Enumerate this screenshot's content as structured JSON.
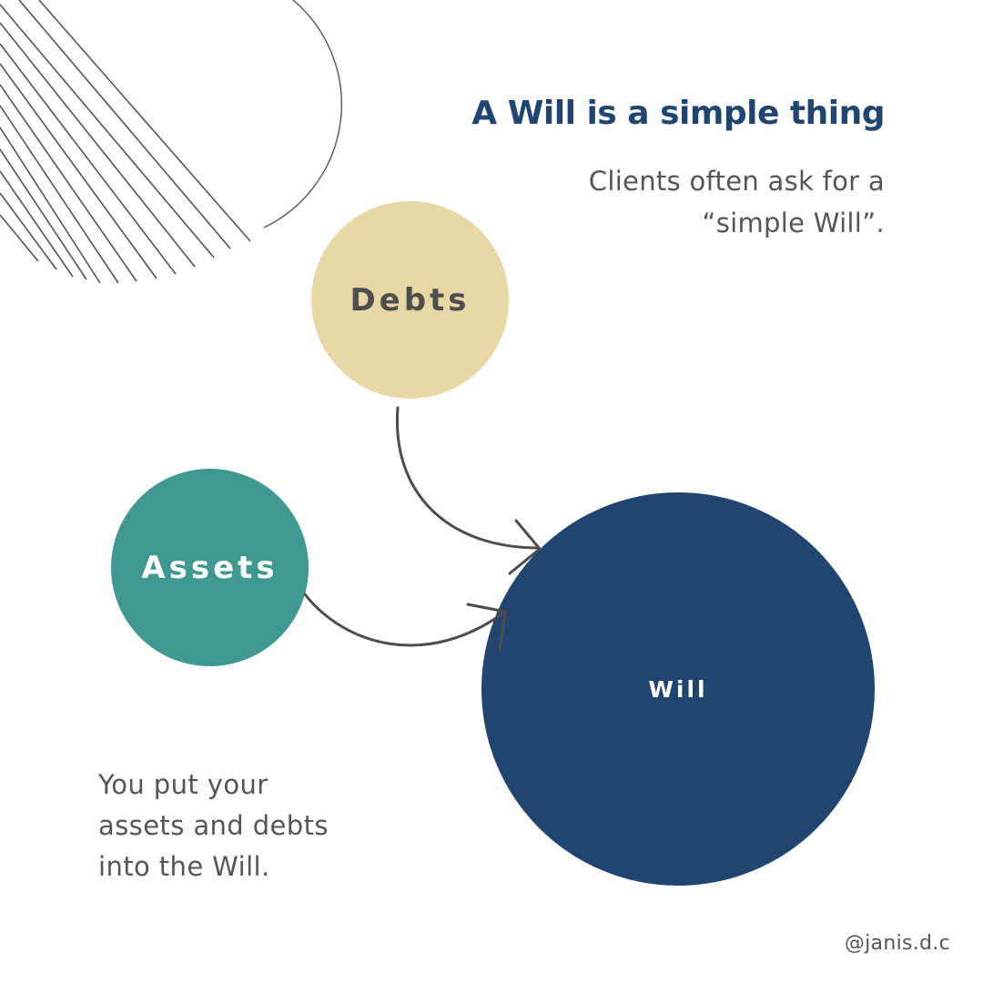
{
  "title": "A Will is a simple thing",
  "subtitle": {
    "line1": "Clients often ask for a",
    "line2": "“simple Will”."
  },
  "nodes": {
    "debts": "Debts",
    "assets": "Assets",
    "will": "Will"
  },
  "body": {
    "line1": "You put your",
    "line2": "assets and debts",
    "line3": "into the Will."
  },
  "handle": "@janis.d.c",
  "colors": {
    "title": "#1f4570",
    "text": "#555555",
    "debts": "#e8d8a6",
    "assets": "#3f9991",
    "will": "#1f4570",
    "lines": "#4d4d4d"
  }
}
